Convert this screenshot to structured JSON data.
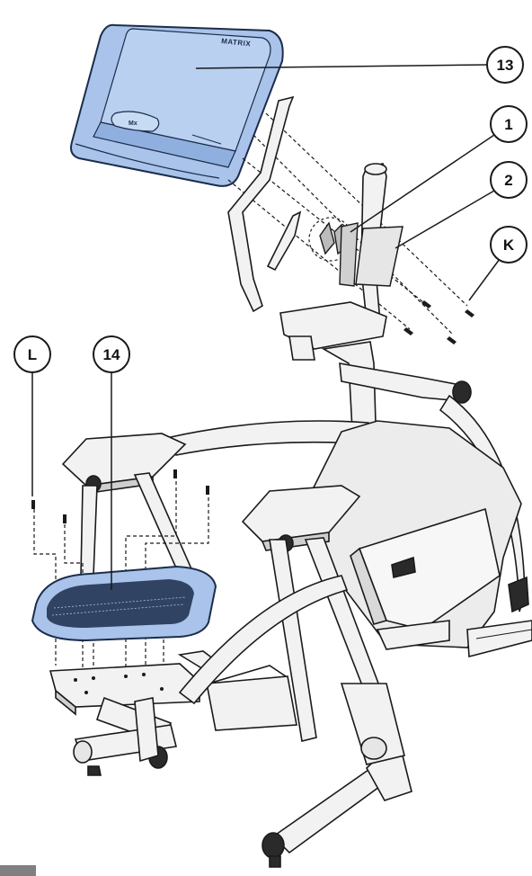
{
  "diagram": {
    "brand": "MATRIX",
    "console_logo": "Mx",
    "callouts": [
      {
        "id": "13",
        "label": "13"
      },
      {
        "id": "1",
        "label": "1"
      },
      {
        "id": "2",
        "label": "2"
      },
      {
        "id": "K",
        "label": "K"
      },
      {
        "id": "L",
        "label": "L"
      },
      {
        "id": "14",
        "label": "14"
      }
    ],
    "colors": {
      "highlight_fill": "#a9c3ea",
      "highlight_stroke": "#1b2d4a",
      "line": "#1a1a1a",
      "frame_fill": "#f2f2f2",
      "shade": "#d9d9d9"
    }
  }
}
